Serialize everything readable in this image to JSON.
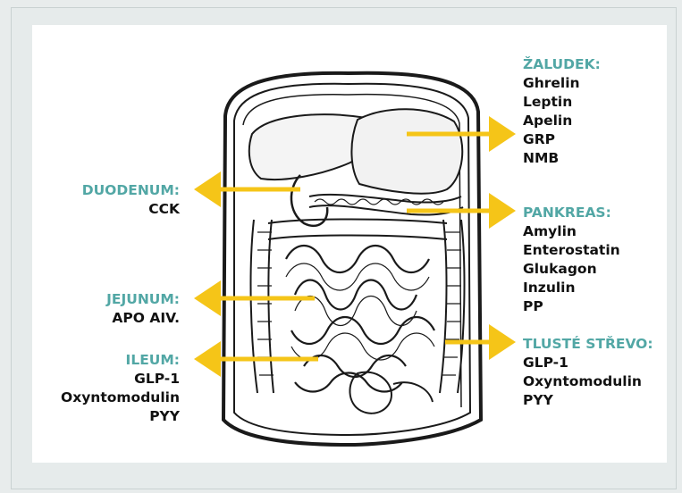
{
  "colors": {
    "title": "#52a7a5",
    "arrow": "#f5c518",
    "text": "#111111"
  },
  "organs": {
    "stomach": {
      "title": "ŽALUDEK:",
      "hormones": [
        "Ghrelin",
        "Leptin",
        "Apelin",
        "GRP",
        "NMB"
      ]
    },
    "pancreas": {
      "title": "PANKREAS:",
      "hormones": [
        "Amylin",
        "Enterostatin",
        "Glukagon",
        "Inzulin",
        "PP"
      ]
    },
    "colon": {
      "title": "TLUSTÉ STŘEVO:",
      "hormones": [
        "GLP-1",
        "Oxyntomodulin",
        "PYY"
      ]
    },
    "duodenum": {
      "title": "DUODENUM:",
      "hormones": [
        "CCK"
      ]
    },
    "jejunum": {
      "title": "JEJUNUM:",
      "hormones": [
        "APO AIV."
      ]
    },
    "ileum": {
      "title": "ILEUM:",
      "hormones": [
        "GLP-1",
        "Oxyntomodulin",
        "PYY"
      ]
    }
  }
}
